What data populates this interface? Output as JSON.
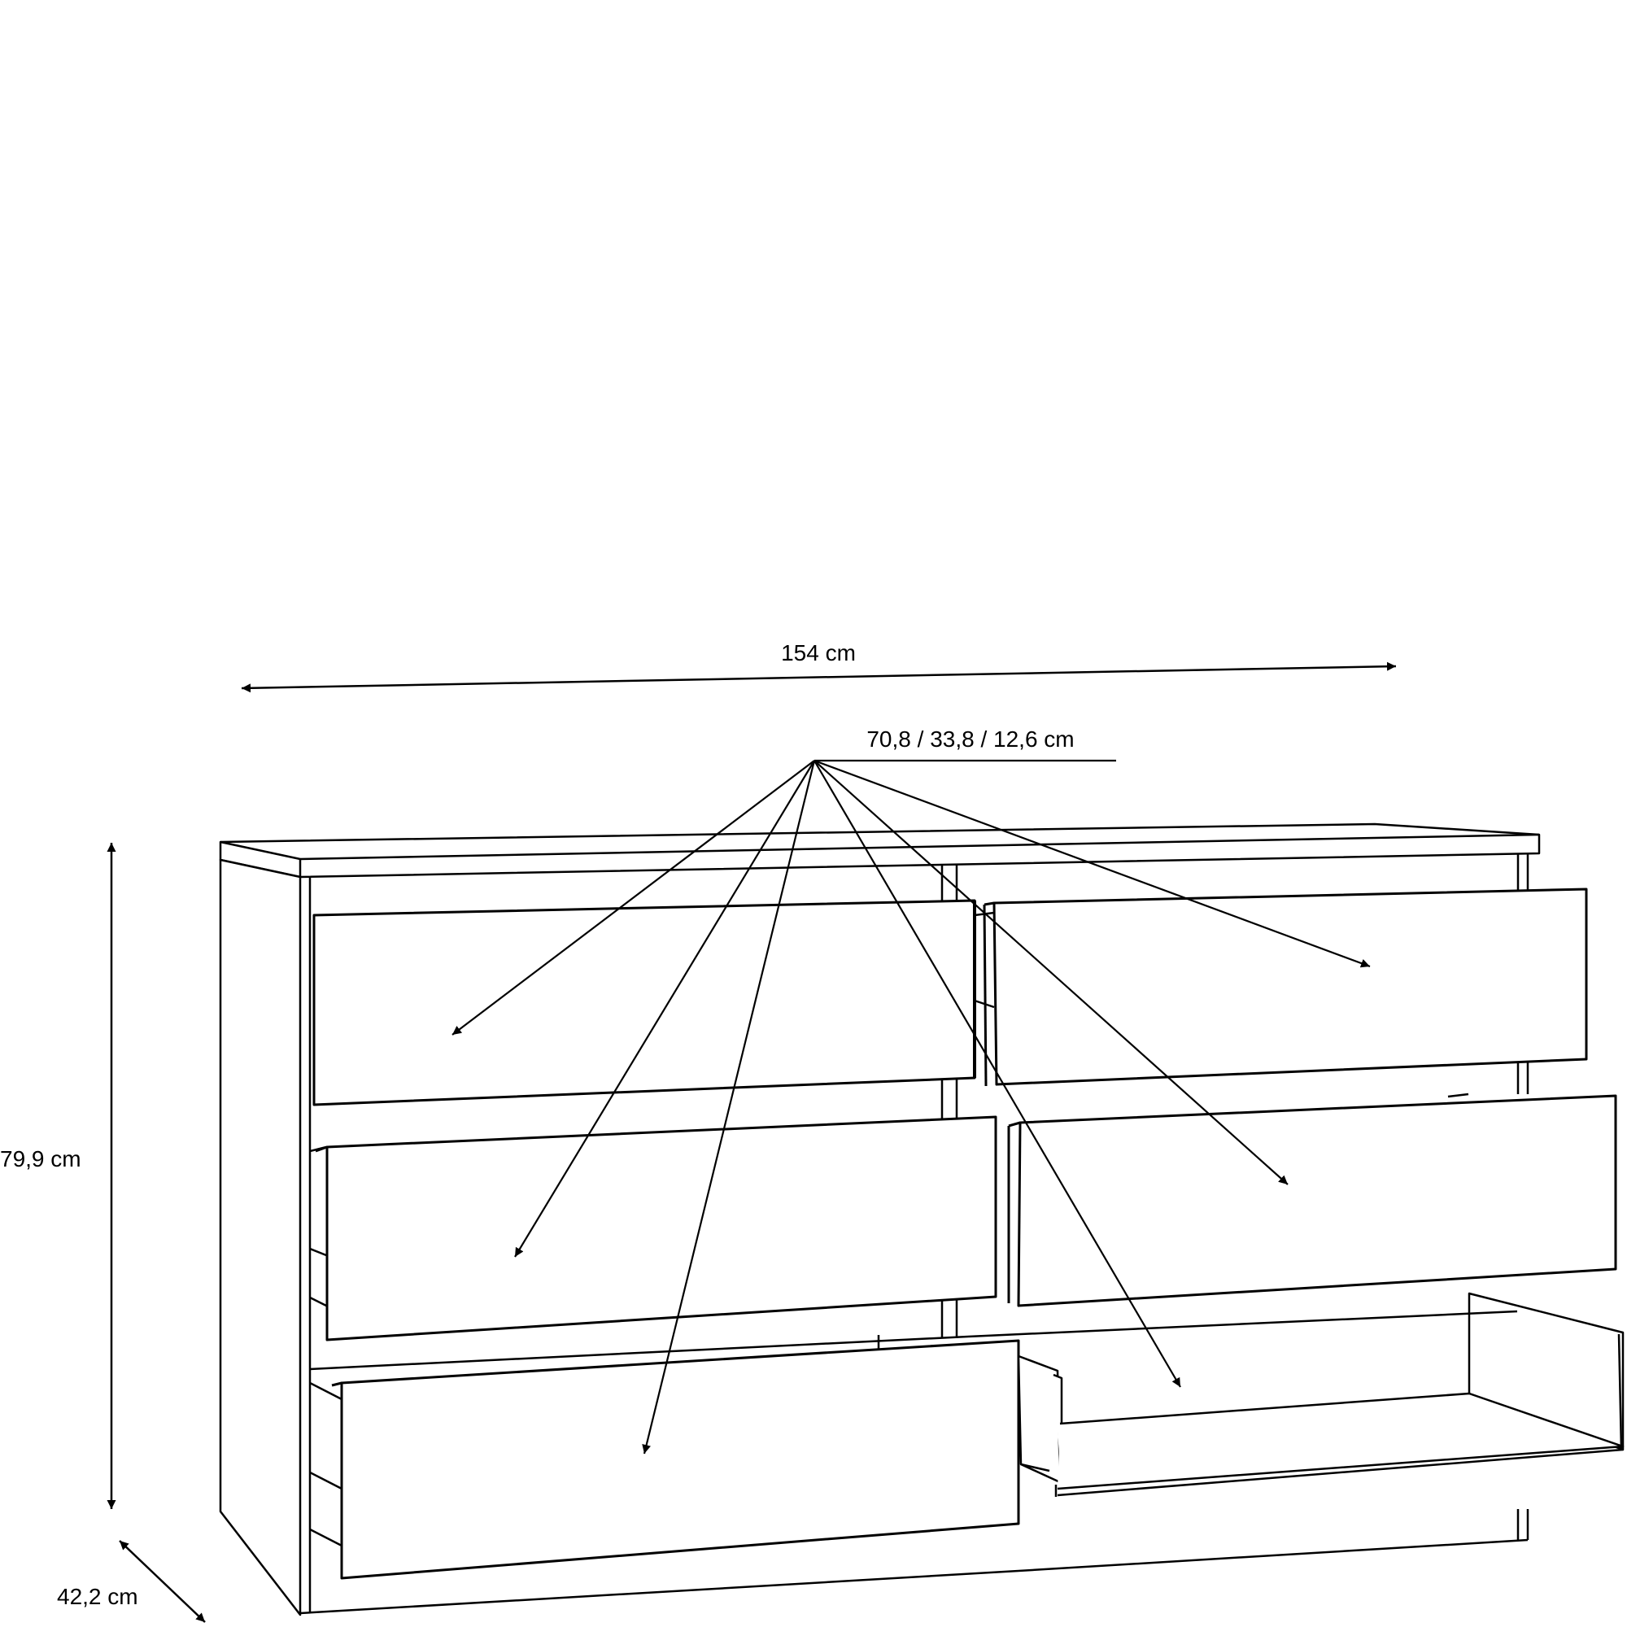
{
  "dimensions": {
    "width": "154 cm",
    "height": "79,9 cm",
    "depth": "42,2 cm",
    "drawer_inner": "70,8 / 33,8 / 12,6 cm"
  },
  "colors": {
    "line": "#000000",
    "background": "#ffffff"
  }
}
